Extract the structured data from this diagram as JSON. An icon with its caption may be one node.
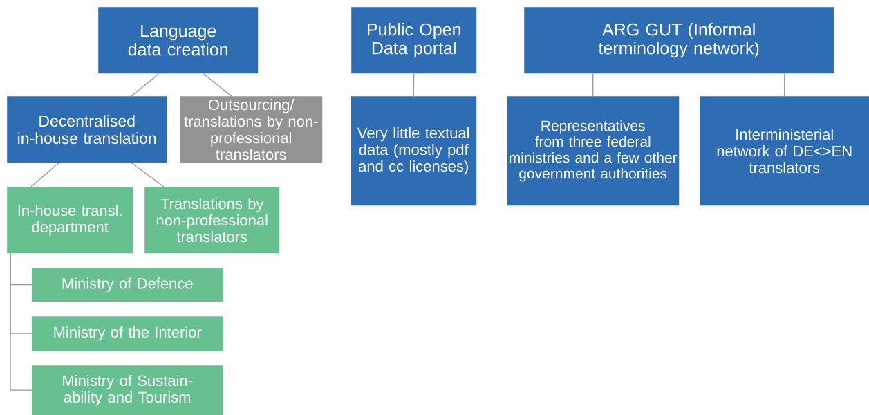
{
  "diagram": {
    "nodes": [
      {
        "text": [
          "Language data creation"
        ]
      },
      {
        "text": [
          "Decentralised in-house translation"
        ]
      },
      {
        "text": [
          "Outsourcing/ translations by non-professional translators"
        ]
      },
      {
        "text": [
          "In-house transl. department"
        ]
      },
      {
        "text": [
          "Translations by non-professional translators"
        ]
      },
      {
        "text": [
          "Ministry of Defence"
        ]
      },
      {
        "text": [
          "Ministry of the Interior"
        ]
      },
      {
        "text": [
          "Ministry of Sustain-ability and Tourism"
        ]
      },
      {
        "text": [
          "Public Open Data portal"
        ]
      },
      {
        "text": [
          "Very little textual data (mostly pdf and cc licenses)"
        ]
      },
      {
        "text": [
          "ARG GUT (Informal terminology network)"
        ]
      },
      {
        "text": [
          "Representatives from three federal ministries and a few other government authorities"
        ]
      },
      {
        "text": [
          "Interministerial network of DE<>EN translators"
        ]
      }
    ],
    "edges": [
      {
        "from": 0,
        "to": 1,
        "arrow": "none"
      },
      {
        "from": 0,
        "to": 2,
        "arrow": "none"
      },
      {
        "from": 1,
        "to": 3,
        "arrow": "none"
      },
      {
        "from": 1,
        "to": 4,
        "arrow": "none"
      },
      {
        "from": 3,
        "to": 5,
        "arrow": "none"
      },
      {
        "from": 3,
        "to": 6,
        "arrow": "none"
      },
      {
        "from": 3,
        "to": 7,
        "arrow": "none"
      },
      {
        "from": 8,
        "to": 9,
        "arrow": "none"
      },
      {
        "from": 10,
        "to": 11,
        "arrow": "none"
      },
      {
        "from": 10,
        "to": 12,
        "arrow": "none"
      }
    ]
  }
}
